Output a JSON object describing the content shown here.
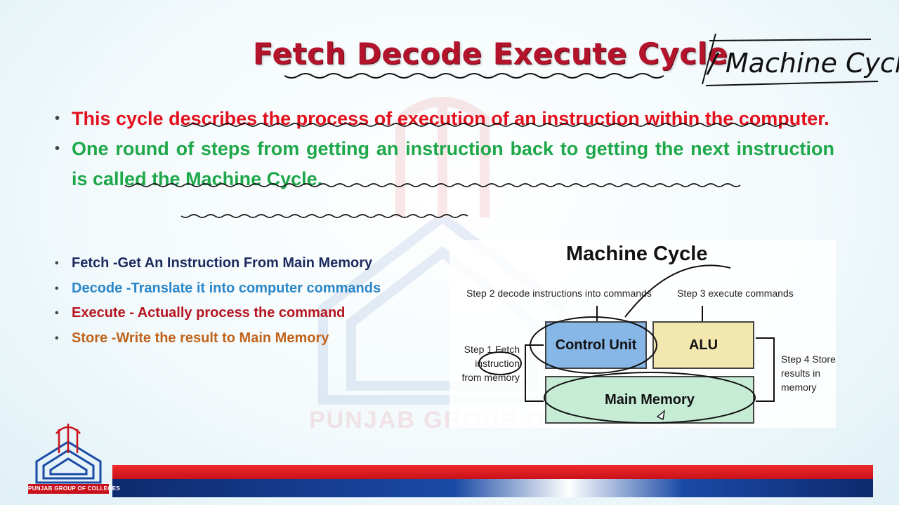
{
  "title": "Fetch Decode Execute Cycle",
  "handwritten_note": "/ Machine Cycle.",
  "main_bullets": [
    "This cycle describes the process of execution of an instruction within the computer.",
    "One round of steps from getting an instruction back to getting the next instruction is called the Machine Cycle."
  ],
  "steps": [
    "Fetch -Get An Instruction From Main Memory",
    "Decode -Translate it into computer commands",
    "Execute - Actually process the command",
    "Store -Write the result to Main Memory"
  ],
  "diagram": {
    "title": "Machine Cycle",
    "step1": "Step 1 Fetch instruction from memory",
    "step2": "Step 2 decode instructions into commands",
    "step3": "Step 3 execute commands",
    "step4": "Step 4 Store results in memory",
    "control_unit": "Control Unit",
    "alu": "ALU",
    "main_memory": "Main Memory"
  },
  "watermark_text": "PUNJAB GROUP OF COLLEGES",
  "logo_text": "PUNJAB GROUP OF COLLEGES",
  "colors": {
    "title": "#b3132b",
    "bullet1": "#e3101d",
    "bullet2": "#1ea84a",
    "fetch": "#1b2a5e",
    "decode": "#2a86c8",
    "execute": "#b4141e",
    "store": "#c0631a"
  }
}
